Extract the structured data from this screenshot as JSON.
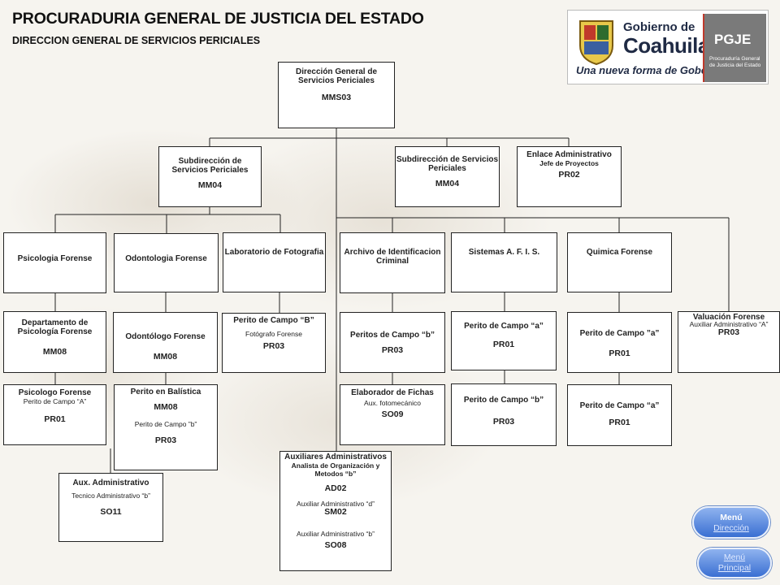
{
  "header": {
    "title": "PROCURADURIA GENERAL DE JUSTICIA DEL ESTADO",
    "subtitle": "DIRECCION GENERAL DE SERVICIOS PERICIALES"
  },
  "logo": {
    "gobierno_de": "Gobierno de",
    "coahuila": "Coahuila",
    "slogan": "Una nueva forma de Gobernar",
    "pgje": "PGJE",
    "pgje_sub": "Procuraduría General de Justicia del Estado"
  },
  "org": {
    "director": {
      "title": "Dirección General de Servicios Periciales",
      "code": "MMS03"
    },
    "sub1": {
      "title": "Subdirección de Servicios Periciales",
      "code": "MM04"
    },
    "sub2": {
      "title": "Subdirección de Servicios Periciales",
      "code": "MM04"
    },
    "enlace": {
      "title": "Enlace Administrativo",
      "detail": "Jefe de Proyectos",
      "code": "PR02"
    },
    "psicologia": {
      "title": "Psicologia Forense"
    },
    "odontologia": {
      "title": "Odontologia Forense"
    },
    "fotografia": {
      "title": "Laboratorio de Fotografia"
    },
    "archivo": {
      "title": "Archivo de Identificacion Criminal"
    },
    "sistemas": {
      "title": "Sistemas A. F. I. S."
    },
    "quimica": {
      "title": "Quimica Forense"
    },
    "depto_psico": {
      "title": "Departamento de Psicología Forense",
      "code": "MM08"
    },
    "odontologo": {
      "title": "Odontólogo Forense",
      "code": "MM08"
    },
    "perito_b_foto": {
      "title": "Perito de Campo “B”",
      "detail": "Fotógrafo Forense",
      "code": "PR03"
    },
    "peritos_b_arch": {
      "title": "Peritos de Campo “b”",
      "code": "PR03"
    },
    "perito_a_sis": {
      "title": "Perito de Campo “a”",
      "code": "PR01"
    },
    "perito_a_quim": {
      "title": "Perito de Campo ”a”",
      "code": "PR01"
    },
    "valuacion": {
      "title": "Valuación Forense",
      "detail": "Auxiliar Administrativo “A”",
      "code": "PR03"
    },
    "psicologo": {
      "title": "Psicologo Forense",
      "detail": "Perito de Campo “A”",
      "code": "PR01"
    },
    "balistica": {
      "title": "Perito en Balística",
      "code": "MM08",
      "detail": "Perito de Campo ”b”",
      "code2": "PR03"
    },
    "elaborador": {
      "title": "Elaborador de Fichas",
      "detail": "Aux. fotomecánico",
      "code": "SO09"
    },
    "perito_b_sis": {
      "title": "Perito de Campo “b”",
      "code": "PR03"
    },
    "perito_a_quim2": {
      "title": "Perito de Campo “a”",
      "code": "PR01"
    },
    "aux_admin": {
      "title": "Aux. Administrativo",
      "detail": "Tecnico Administrativo “b”",
      "code": "SO11"
    },
    "auxiliares": {
      "title": "Auxiliares Administrativos",
      "l1": "Analista de Organización y Metodos “b”",
      "c1": "AD02",
      "l2": "Auxiliar Administrativo “d”",
      "c2": "SM02",
      "l3": "Auxiliar Administrativo “b”",
      "c3": "SO08"
    }
  },
  "buttons": {
    "menu_direccion": {
      "label": "Menú",
      "sub": "Dirección"
    },
    "menu_principal": {
      "label": "Menú",
      "sub": "Principal"
    }
  },
  "colors": {
    "button": "#3a6fd2",
    "line": "#222222"
  }
}
